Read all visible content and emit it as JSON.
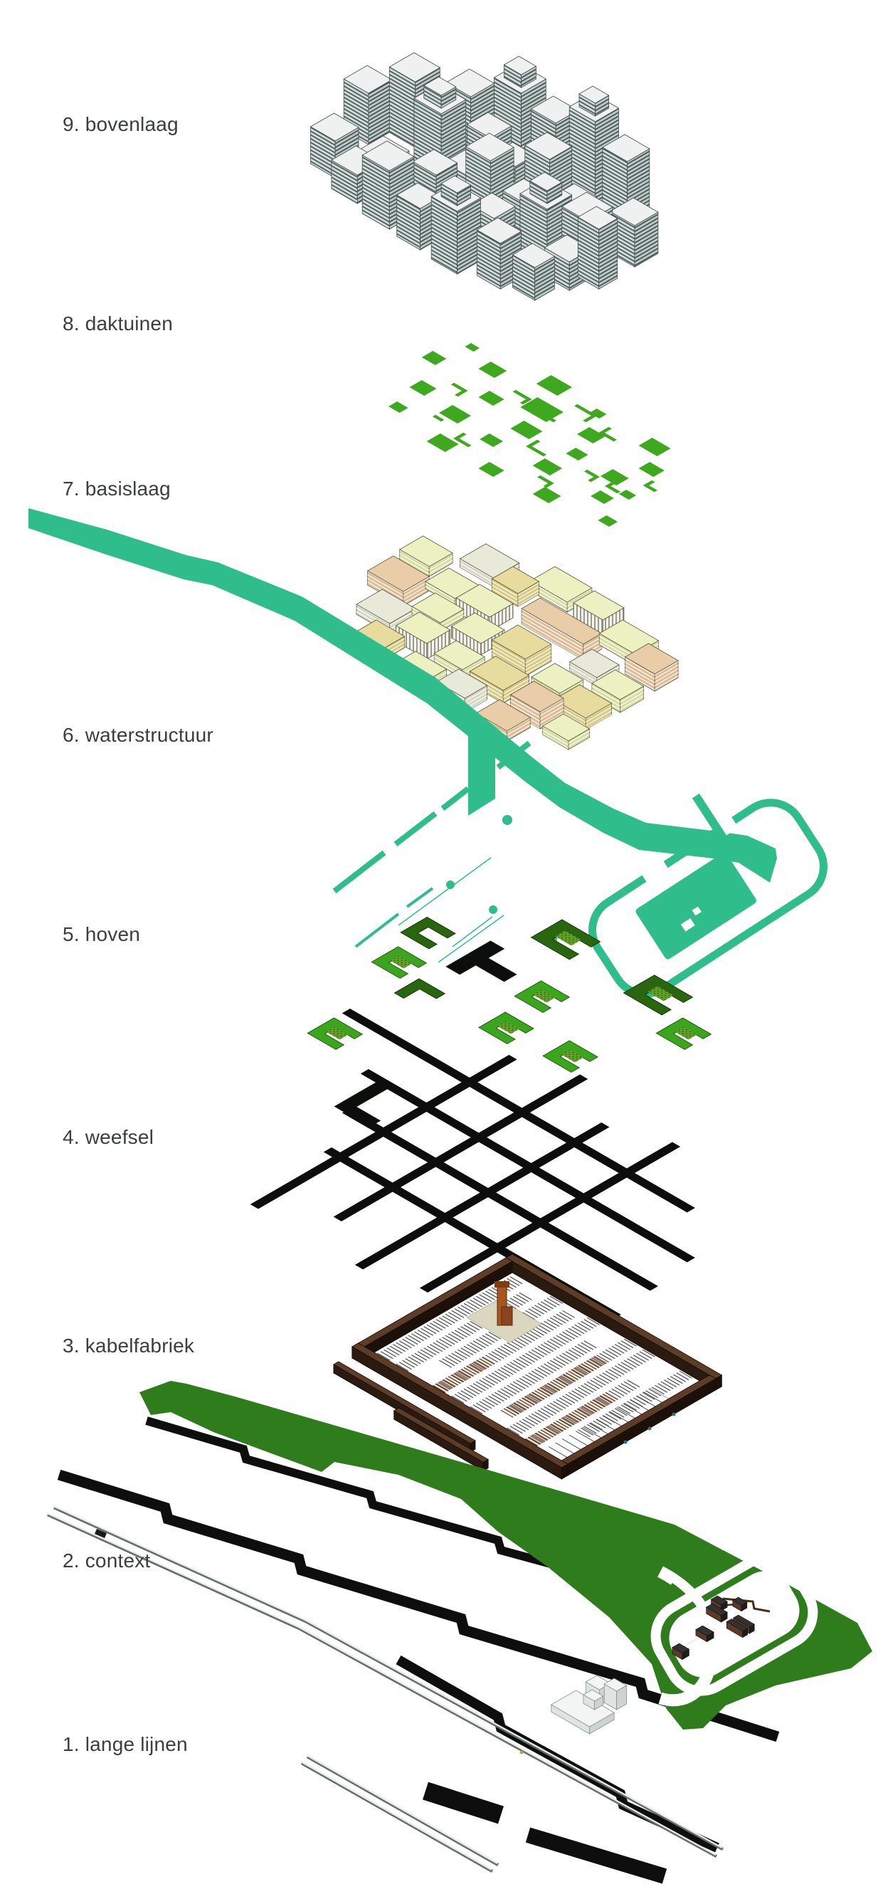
{
  "diagram": {
    "kind": "exploded axonometric layer diagram",
    "language": "nl"
  },
  "layers": [
    {
      "label": "9. bovenlaag",
      "name": "bovenlaag",
      "color": "#d9dfdc"
    },
    {
      "label": "8. daktuinen",
      "name": "daktuinen",
      "color": "#3ea81e"
    },
    {
      "label": "7. basislaag",
      "name": "basislaag",
      "color": "#edf0c0"
    },
    {
      "label": "6. waterstructuur",
      "name": "waterstructuur",
      "color": "#30bd8c"
    },
    {
      "label": "5. hoven",
      "name": "hoven",
      "color": "#3aa51d"
    },
    {
      "label": "4. weefsel",
      "name": "weefsel",
      "color": "#0d0d0d"
    },
    {
      "label": "3. kabelfabriek",
      "name": "kabelfabriek",
      "color": "#2a1b11"
    },
    {
      "label": "2. context",
      "name": "context",
      "color": "#2e7c1b"
    },
    {
      "label": "1. lange lijnen",
      "name": "lange-lijnen",
      "color": "#6b7672"
    }
  ],
  "colors": {
    "label_text": "#3a3e40",
    "tower_grey": "#d9dfdc",
    "roof_garden_green": "#3ea81e",
    "base_pale": "#edf0c0",
    "base_khaki": "#e7dc9e",
    "base_peach": "#e9cda8",
    "water_teal": "#30bd8c",
    "hof_bright": "#3aa51d",
    "hof_dark": "#2a650f",
    "fabric_black": "#0d0d0d",
    "factory_brown": "#2a1b11",
    "chimney_orange": "#a8561f",
    "context_green": "#2e7c1b",
    "rail_grey": "#636e6a"
  }
}
